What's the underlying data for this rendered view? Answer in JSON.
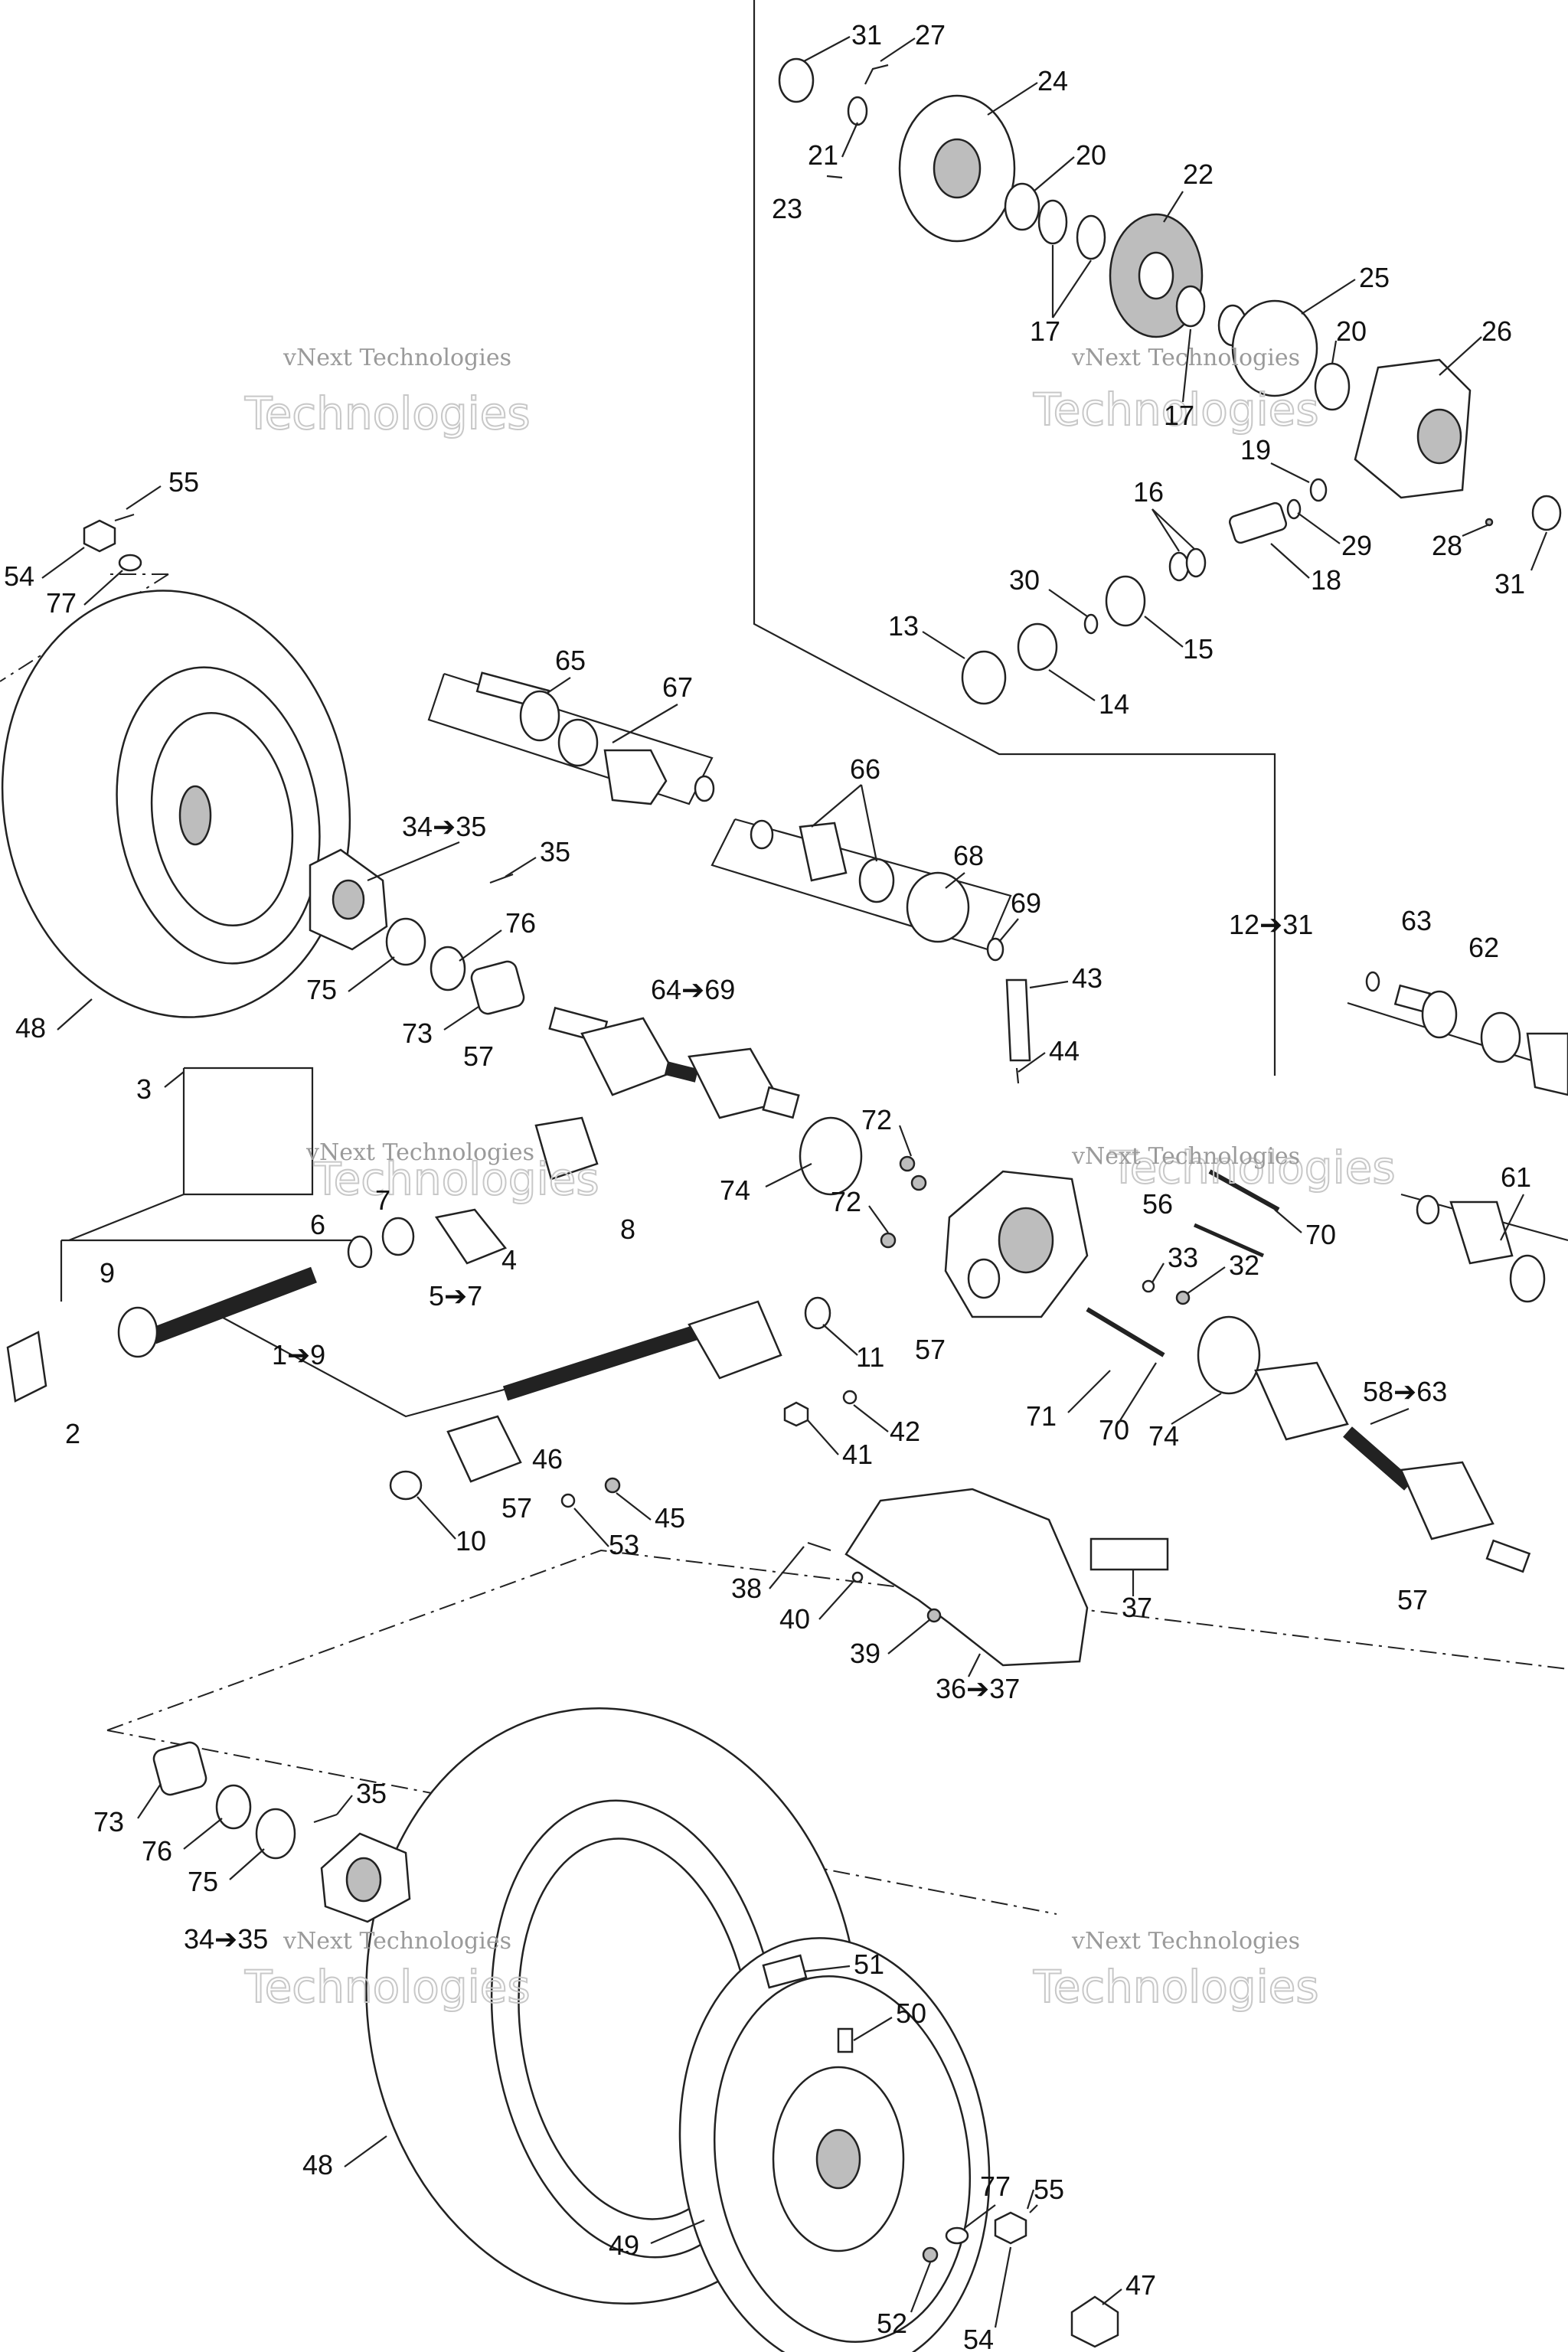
{
  "watermark": {
    "line1": "vNext Technologies",
    "line2": "Technologies",
    "line3": "vNext"
  },
  "callouts": {
    "c1_9": "1➔9",
    "c2": "2",
    "c3": "3",
    "c4": "4",
    "c5_7": "5➔7",
    "c6": "6",
    "c7": "7",
    "c8": "8",
    "c9": "9",
    "c10": "10",
    "c11": "11",
    "c12_31": "12➔31",
    "c13": "13",
    "c14": "14",
    "c15": "15",
    "c16": "16",
    "c17a": "17",
    "c17b": "17",
    "c18": "18",
    "c19": "19",
    "c20a": "20",
    "c20b": "20",
    "c21": "21",
    "c22": "22",
    "c23": "23",
    "c24": "24",
    "c25": "25",
    "c26": "26",
    "c27": "27",
    "c28": "28",
    "c29": "29",
    "c30": "30",
    "c31a": "31",
    "c31b": "31",
    "c32": "32",
    "c33": "33",
    "c34_35a": "34➔35",
    "c34_35b": "34➔35",
    "c35a": "35",
    "c35b": "35",
    "c36_37": "36➔37",
    "c37": "37",
    "c38": "38",
    "c39": "39",
    "c40": "40",
    "c41": "41",
    "c42": "42",
    "c43": "43",
    "c44": "44",
    "c45": "45",
    "c46": "46",
    "c47": "47",
    "c48a": "48",
    "c48b": "48",
    "c49": "49",
    "c50": "50",
    "c51": "51",
    "c52": "52",
    "c53": "53",
    "c54a": "54",
    "c54b": "54",
    "c55a": "55",
    "c55b": "55",
    "c56": "56",
    "c57a": "57",
    "c57b": "57",
    "c57c": "57",
    "c57d": "57",
    "c58_63": "58➔63",
    "c61": "61",
    "c62": "62",
    "c63": "63",
    "c64_69": "64➔69",
    "c65": "65",
    "c66": "66",
    "c67": "67",
    "c68": "68",
    "c69": "69",
    "c70a": "70",
    "c70b": "70",
    "c71": "71",
    "c72a": "72",
    "c72b": "72",
    "c73a": "73",
    "c73b": "73",
    "c74a": "74",
    "c74b": "74",
    "c75a": "75",
    "c75b": "75",
    "c76a": "76",
    "c76b": "76",
    "c77a": "77",
    "c77b": "77"
  },
  "colors": {
    "line": "#222222",
    "watermark": "#9a9a9a",
    "fill_dark": "#bdbdbd"
  }
}
